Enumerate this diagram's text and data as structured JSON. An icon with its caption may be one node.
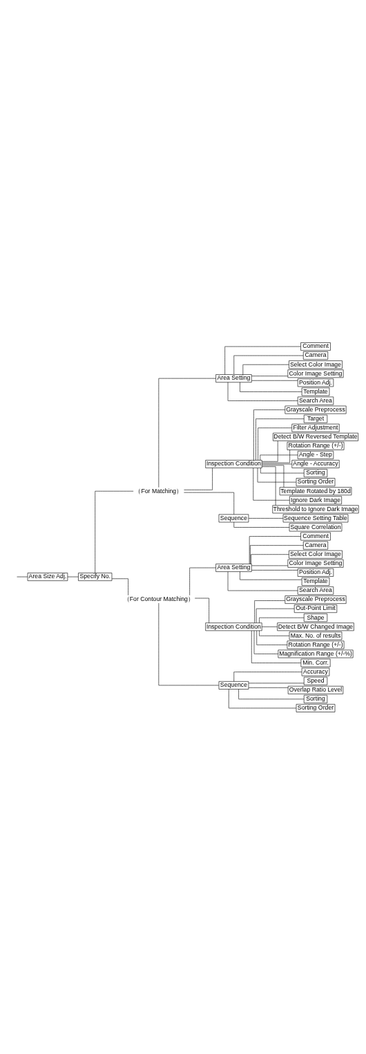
{
  "diagram": {
    "nodes": [
      {
        "text": [
          "Area Size Adj."
        ]
      },
      {
        "text": [
          "Specify No."
        ]
      },
      {
        "text": [
          "（For Matching）"
        ]
      },
      {
        "text": [
          "Area Setting"
        ]
      },
      {
        "text": [
          "Comment"
        ]
      },
      {
        "text": [
          "Camera"
        ]
      },
      {
        "text": [
          "Select Color Image"
        ]
      },
      {
        "text": [
          "Color Image Setting"
        ]
      },
      {
        "text": [
          "Position Adj."
        ]
      },
      {
        "text": [
          "Template"
        ]
      },
      {
        "text": [
          "Search Area"
        ]
      },
      {
        "text": [
          "Inspection Condition"
        ]
      },
      {
        "text": [
          "Grayscale Preprocess"
        ]
      },
      {
        "text": [
          "Target"
        ]
      },
      {
        "text": [
          "Filter Adjustment"
        ]
      },
      {
        "text": [
          "Detect B/W Reversed Template"
        ]
      },
      {
        "text": [
          "Rotation Range (+/-)"
        ]
      },
      {
        "text": [
          "Angle - Step"
        ]
      },
      {
        "text": [
          "Angle - Accuracy"
        ]
      },
      {
        "text": [
          "Sorting"
        ]
      },
      {
        "text": [
          "Sorting Order"
        ]
      },
      {
        "text": [
          "Template Rotated by 180d"
        ]
      },
      {
        "text": [
          "Ignore Dark Image"
        ]
      },
      {
        "text": [
          "Threshold to Ignore Dark Image"
        ]
      },
      {
        "text": [
          "Sequence"
        ]
      },
      {
        "text": [
          "Sequence Setting Table"
        ]
      },
      {
        "text": [
          "Square Correlation"
        ]
      },
      {
        "text": [
          "（For Contour Matching）"
        ]
      },
      {
        "text": [
          "Area Setting"
        ]
      },
      {
        "text": [
          "Comment"
        ]
      },
      {
        "text": [
          "Camera"
        ]
      },
      {
        "text": [
          "Select Color Image"
        ]
      },
      {
        "text": [
          "Color Image Setting"
        ]
      },
      {
        "text": [
          "Position Adj."
        ]
      },
      {
        "text": [
          "Template"
        ]
      },
      {
        "text": [
          "Search Area"
        ]
      },
      {
        "text": [
          "Inspection Condition"
        ]
      },
      {
        "text": [
          "Grayscale Preprocess"
        ]
      },
      {
        "text": [
          "Out-Point Limit"
        ]
      },
      {
        "text": [
          "Shape"
        ]
      },
      {
        "text": [
          "Detect B/W Changed Image"
        ]
      },
      {
        "text": [
          "Max. No. of results"
        ]
      },
      {
        "text": [
          "Rotation Range (+/-)"
        ]
      },
      {
        "text": [
          "Magnification Range (+/-%)"
        ]
      },
      {
        "text": [
          "Min. Corr."
        ]
      },
      {
        "text": [
          "Sequence"
        ]
      },
      {
        "text": [
          "Accuracy"
        ]
      },
      {
        "text": [
          "Speed"
        ]
      },
      {
        "text": [
          "Overlap Ratio Level"
        ]
      },
      {
        "text": [
          "Sorting"
        ]
      },
      {
        "text": [
          "Sorting Order"
        ]
      }
    ],
    "edges": [
      {
        "from": null,
        "to": 0,
        "arrow": "none"
      },
      {
        "from": 0,
        "to": 1,
        "arrow": "none"
      },
      {
        "from": 1,
        "to": 2,
        "arrow": "none"
      },
      {
        "from": 2,
        "to": 3,
        "arrow": "none"
      },
      {
        "from": 3,
        "to": 4,
        "arrow": "none"
      },
      {
        "from": 3,
        "to": 5,
        "arrow": "none"
      },
      {
        "from": 3,
        "to": 6,
        "arrow": "none"
      },
      {
        "from": 3,
        "to": 7,
        "arrow": "none"
      },
      {
        "from": 3,
        "to": 8,
        "arrow": "none"
      },
      {
        "from": 3,
        "to": 9,
        "arrow": "none"
      },
      {
        "from": 3,
        "to": 10,
        "arrow": "none"
      },
      {
        "from": 2,
        "to": 11,
        "arrow": "none"
      },
      {
        "from": 11,
        "to": 12,
        "arrow": "none"
      },
      {
        "from": 11,
        "to": 13,
        "arrow": "none"
      },
      {
        "from": 11,
        "to": 14,
        "arrow": "none"
      },
      {
        "from": 11,
        "to": 15,
        "arrow": "none"
      },
      {
        "from": 11,
        "to": 16,
        "arrow": "none"
      },
      {
        "from": 11,
        "to": 17,
        "arrow": "none"
      },
      {
        "from": 11,
        "to": 18,
        "arrow": "none"
      },
      {
        "from": 11,
        "to": 19,
        "arrow": "none"
      },
      {
        "from": 11,
        "to": 20,
        "arrow": "none"
      },
      {
        "from": 11,
        "to": 21,
        "arrow": "none"
      },
      {
        "from": 11,
        "to": 22,
        "arrow": "none"
      },
      {
        "from": 11,
        "to": 23,
        "arrow": "none"
      },
      {
        "from": 2,
        "to": 24,
        "arrow": "none"
      },
      {
        "from": 24,
        "to": 25,
        "arrow": "none"
      },
      {
        "from": 24,
        "to": 26,
        "arrow": "none"
      },
      {
        "from": 1,
        "to": 27,
        "arrow": "none"
      },
      {
        "from": 27,
        "to": 28,
        "arrow": "none"
      },
      {
        "from": 28,
        "to": 29,
        "arrow": "none"
      },
      {
        "from": 28,
        "to": 30,
        "arrow": "none"
      },
      {
        "from": 28,
        "to": 31,
        "arrow": "none"
      },
      {
        "from": 28,
        "to": 32,
        "arrow": "none"
      },
      {
        "from": 28,
        "to": 33,
        "arrow": "none"
      },
      {
        "from": 28,
        "to": 34,
        "arrow": "none"
      },
      {
        "from": 28,
        "to": 35,
        "arrow": "none"
      },
      {
        "from": 27,
        "to": 36,
        "arrow": "none"
      },
      {
        "from": 36,
        "to": 37,
        "arrow": "none"
      },
      {
        "from": 36,
        "to": 38,
        "arrow": "none"
      },
      {
        "from": 36,
        "to": 39,
        "arrow": "none"
      },
      {
        "from": 36,
        "to": 40,
        "arrow": "none"
      },
      {
        "from": 36,
        "to": 41,
        "arrow": "none"
      },
      {
        "from": 36,
        "to": 42,
        "arrow": "none"
      },
      {
        "from": 36,
        "to": 43,
        "arrow": "none"
      },
      {
        "from": 36,
        "to": 44,
        "arrow": "none"
      },
      {
        "from": 27,
        "to": 45,
        "arrow": "none"
      },
      {
        "from": 45,
        "to": 46,
        "arrow": "none"
      },
      {
        "from": 45,
        "to": 47,
        "arrow": "none"
      },
      {
        "from": 45,
        "to": 48,
        "arrow": "none"
      },
      {
        "from": 45,
        "to": 49,
        "arrow": "none"
      },
      {
        "from": 45,
        "to": 50,
        "arrow": "none"
      }
    ]
  }
}
